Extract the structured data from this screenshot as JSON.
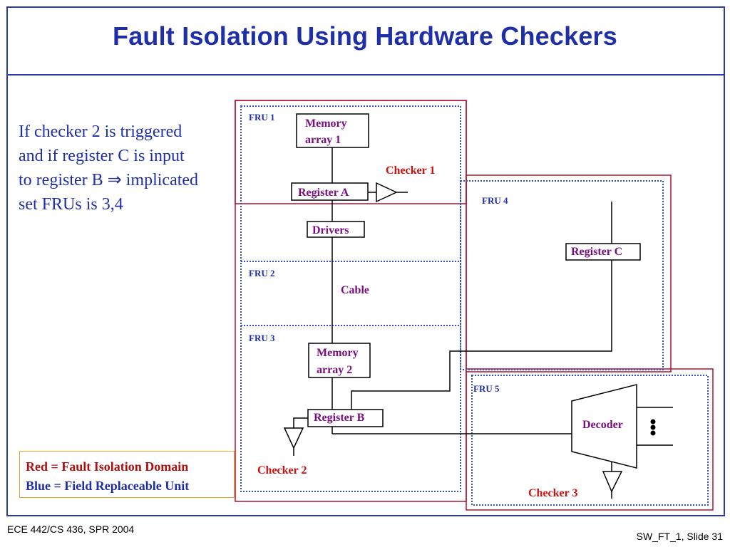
{
  "title": "Fault Isolation Using Hardware Checkers",
  "description": {
    "line1": "If checker 2 is triggered",
    "line2": "and if register C is input",
    "line3_prefix": "to register B ",
    "line3_symbol": "⇒",
    "line3_suffix": " implicated",
    "line4": "set FRUs is 3,4"
  },
  "legend": {
    "red_line": "Red = Fault Isolation Domain",
    "blue_line": "Blue = Field Replaceable Unit"
  },
  "diagram": {
    "fru1": "FRU 1",
    "fru2": "FRU 2",
    "fru3": "FRU 3",
    "fru4": "FRU 4",
    "fru5": "FRU 5",
    "memory_array_1": [
      "Memory",
      "array 1"
    ],
    "memory_array_2": [
      "Memory",
      "array 2"
    ],
    "register_a": "Register A",
    "register_b": "Register B",
    "register_c": "Register C",
    "drivers": "Drivers",
    "cable": "Cable",
    "decoder": "Decoder",
    "checker1": "Checker 1",
    "checker2": "Checker 2",
    "checker3": "Checker 3"
  },
  "colors": {
    "title_blue": "#1f2fa8",
    "fault_domain_red": "#b01030",
    "fru_blue": "#3a4fc0",
    "label_purple": "#7a1080",
    "checker_red": "#cc1010",
    "legend_border": "#f0a030",
    "slide_border": "#2a3aa8"
  },
  "footer": {
    "left": "ECE 442/CS 436, SPR 2004",
    "right": "SW_FT_1, Slide 31"
  }
}
